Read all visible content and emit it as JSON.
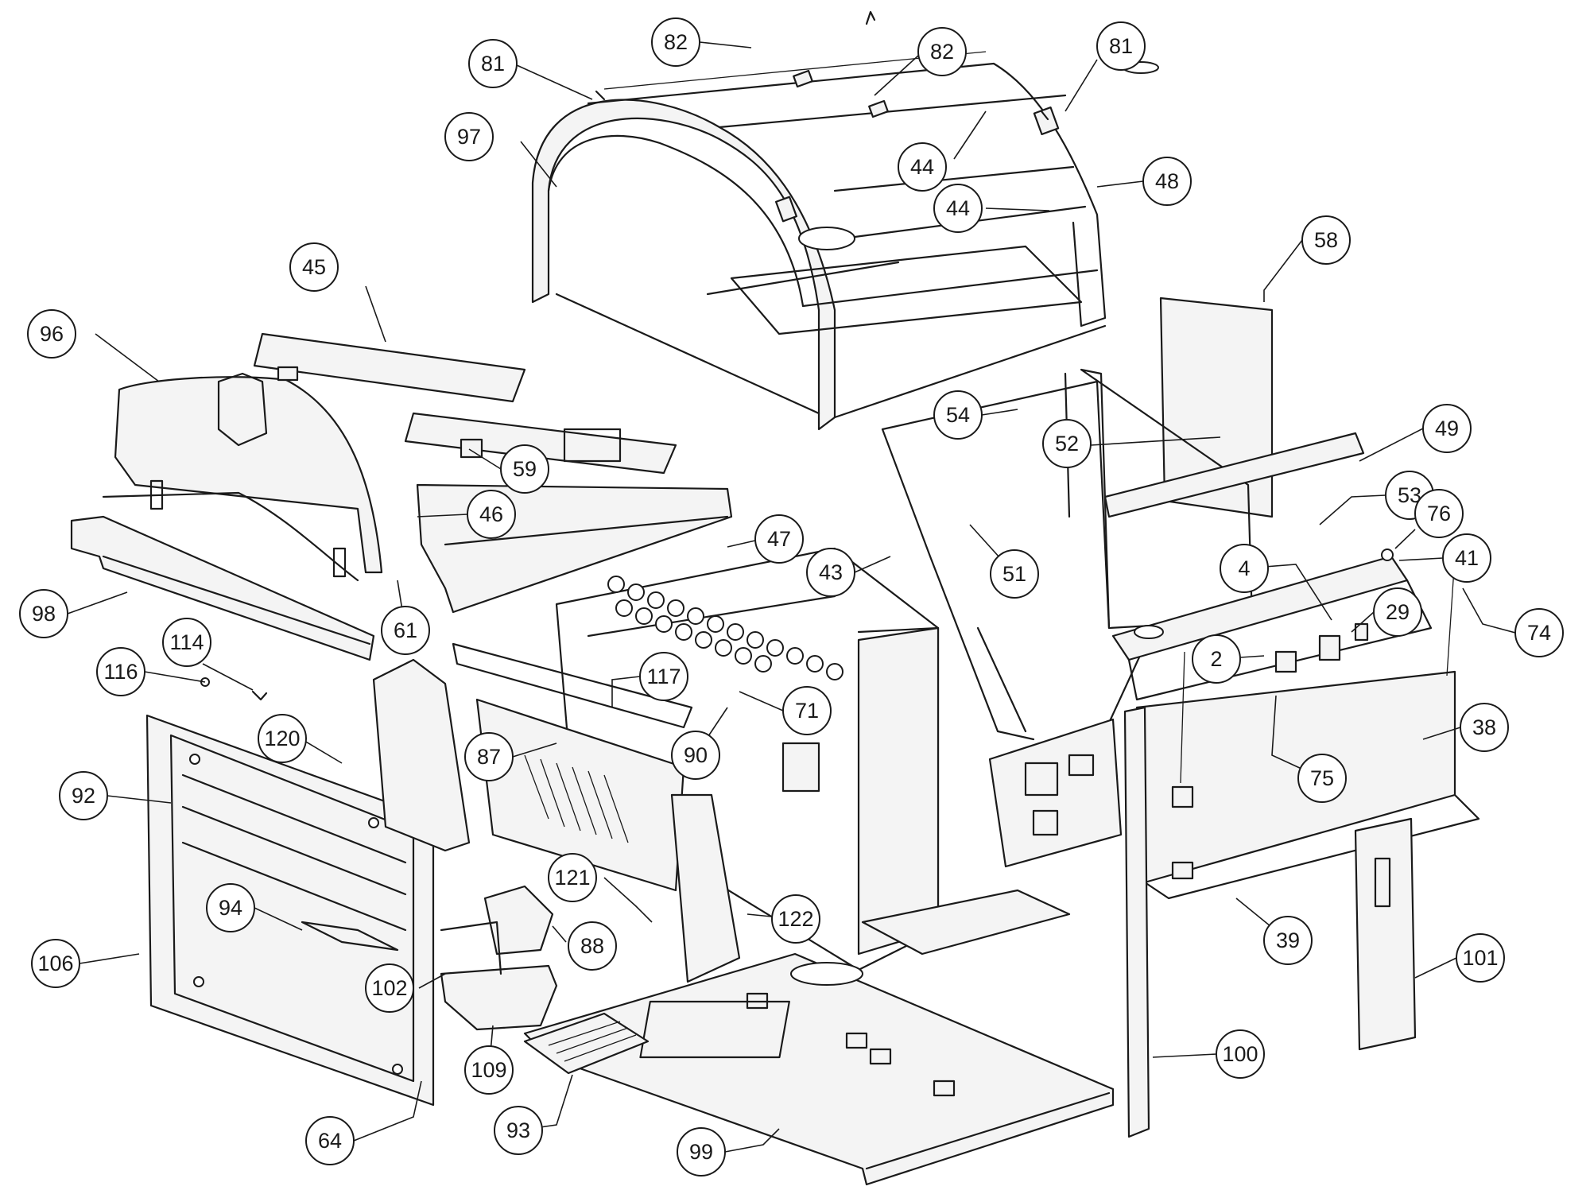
{
  "callouts": [
    {
      "label": "82"
    },
    {
      "label": "82"
    },
    {
      "label": "81"
    },
    {
      "label": "81"
    },
    {
      "label": "97"
    },
    {
      "label": "44"
    },
    {
      "label": "44"
    },
    {
      "label": "48"
    },
    {
      "label": "58"
    },
    {
      "label": "45"
    },
    {
      "label": "96"
    },
    {
      "label": "54"
    },
    {
      "label": "52"
    },
    {
      "label": "49"
    },
    {
      "label": "59"
    },
    {
      "label": "53"
    },
    {
      "label": "76"
    },
    {
      "label": "46"
    },
    {
      "label": "47"
    },
    {
      "label": "41"
    },
    {
      "label": "43"
    },
    {
      "label": "51"
    },
    {
      "label": "4"
    },
    {
      "label": "29"
    },
    {
      "label": "98"
    },
    {
      "label": "61"
    },
    {
      "label": "74"
    },
    {
      "label": "114"
    },
    {
      "label": "2"
    },
    {
      "label": "116"
    },
    {
      "label": "117"
    },
    {
      "label": "71"
    },
    {
      "label": "38"
    },
    {
      "label": "120"
    },
    {
      "label": "87"
    },
    {
      "label": "90"
    },
    {
      "label": "75"
    },
    {
      "label": "92"
    },
    {
      "label": "121"
    },
    {
      "label": "94"
    },
    {
      "label": "122"
    },
    {
      "label": "39"
    },
    {
      "label": "88"
    },
    {
      "label": "106"
    },
    {
      "label": "102"
    },
    {
      "label": "101"
    },
    {
      "label": "109"
    },
    {
      "label": "100"
    },
    {
      "label": "93"
    },
    {
      "label": "64"
    },
    {
      "label": "99"
    }
  ]
}
